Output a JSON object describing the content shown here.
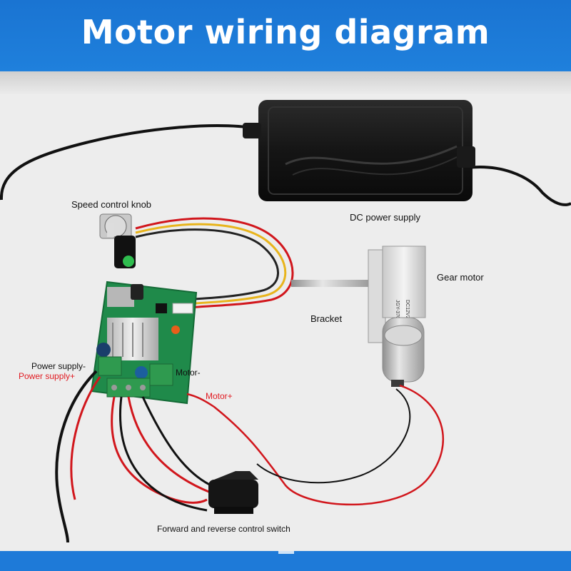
{
  "header": {
    "title": "Motor wiring diagram"
  },
  "labels": {
    "speed_control_knob": "Speed control knob",
    "dc_power_supply": "DC power supply",
    "gear_motor": "Gear motor",
    "bracket": "Bracket",
    "power_supply_minus": "Power supply-",
    "power_supply_plus": "Power supply+",
    "motor_minus": "Motor-",
    "motor_plus": "Motor+",
    "switch": "Forward and reverse control switch"
  },
  "motor_print": {
    "model": "JGY-370",
    "spec": "DC12V23RPM"
  },
  "colors": {
    "header_blue": "#1a74d2",
    "label_red": "#e11b22",
    "pcb_green": "#1f8a4a",
    "wire_red": "#d1161c",
    "wire_black": "#111111"
  }
}
